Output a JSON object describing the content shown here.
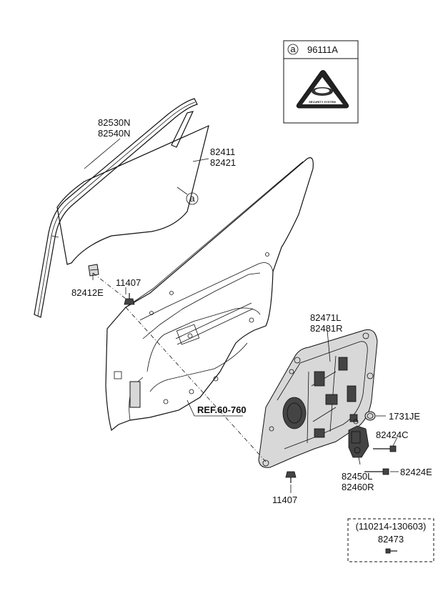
{
  "diagram": {
    "callout": {
      "marker": "a",
      "part_number": "96111A",
      "emblem_text": "SECURITY SYSTEM"
    },
    "labels": {
      "run_channel_1": "82530N",
      "run_channel_2": "82540N",
      "glass_1": "82411",
      "glass_2": "82421",
      "glass_marker": "a",
      "bolt_top": "11407",
      "glass_holder": "82412E",
      "regulator_panel_1": "82471L",
      "regulator_panel_2": "82481R",
      "plug": "1731JE",
      "bolt_c": "82424C",
      "bolt_e": "82424E",
      "motor_1": "82450L",
      "motor_2": "82460R",
      "bolt_bottom": "11407",
      "reference": "REF.60-760"
    },
    "note_box": {
      "date_range": "(110214-130603)",
      "part_number": "82473"
    }
  }
}
